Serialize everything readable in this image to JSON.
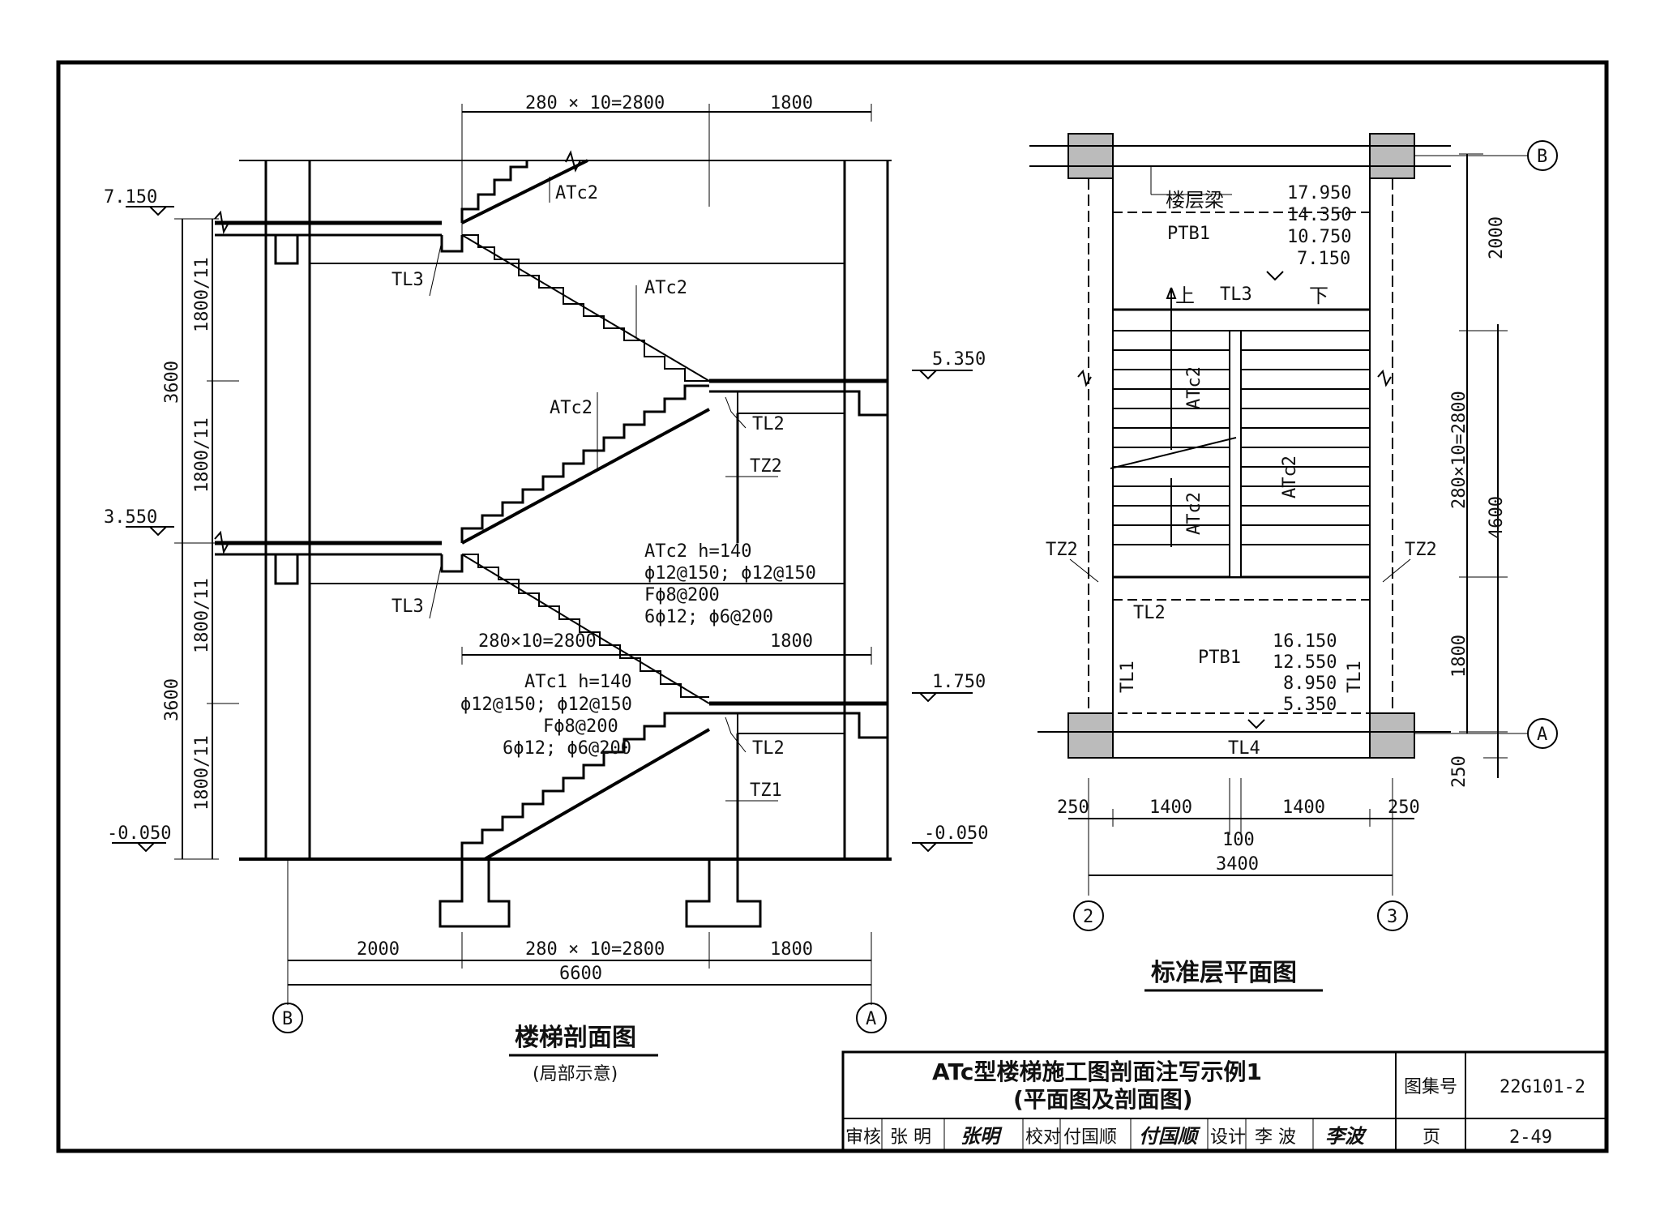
{
  "section": {
    "title": "楼梯剖面图",
    "subtitle": "(局部示意)",
    "dims_top": [
      "280 × 10=2800",
      "1800"
    ],
    "dims_mid": [
      "280×10=2800",
      "1800"
    ],
    "dims_bottom": [
      "2000",
      "280 × 10=2800",
      "1800"
    ],
    "dim_total": "6600",
    "left_dims": [
      "1800/11",
      "3600",
      "1800/11",
      "1800/11",
      "3600",
      "1800/11"
    ],
    "levels": [
      "7.150",
      "5.350",
      "3.550",
      "1.750",
      "-0.050",
      "-0.050"
    ],
    "axis_left": "B",
    "axis_right": "A",
    "labels": {
      "atc2_top": "ATc2",
      "atc2_mid1": "ATc2",
      "atc2_mid2": "ATc2",
      "tl3_upper": "TL3",
      "tl3_lower": "TL3",
      "tl2_upper": "TL2",
      "tl2_lower": "TL2",
      "tz2": "TZ2",
      "tz1": "TZ1"
    },
    "note_atc2": [
      "ATc2 h=140",
      "ϕ12@150; ϕ12@150",
      "Fϕ8@200",
      "6ϕ12; ϕ6@200"
    ],
    "note_atc1": [
      "ATc1 h=140",
      "ϕ12@150; ϕ12@150",
      "Fϕ8@200",
      "6ϕ12; ϕ6@200"
    ]
  },
  "plan": {
    "title": "标准层平面图",
    "floor_beam": "楼层梁",
    "ptb_top": "PTB1",
    "ptb_bottom": "PTB1",
    "elev_top": [
      "17.950",
      "14.350",
      "10.750",
      "7.150"
    ],
    "elev_bottom": [
      "16.150",
      "12.550",
      "8.950",
      "5.350"
    ],
    "up": "上",
    "down": "下",
    "tl3": "TL3",
    "tl2": "TL2",
    "tl1_left": "TL1",
    "tl1_right": "TL1",
    "tl4": "TL4",
    "tz2_left": "TZ2",
    "tz2_right": "TZ2",
    "atc2_a": "ATc2",
    "atc2_b": "ATc2",
    "atc2_c": "ATc2",
    "dims_right": [
      "2000",
      "280×10=2800",
      "4600",
      "1800",
      "250"
    ],
    "dims_bottom": [
      "250",
      "1400",
      "1400",
      "250"
    ],
    "dim_gap": "100",
    "dim_total": "3400",
    "axis_b": "B",
    "axis_a": "A",
    "axis_2": "2",
    "axis_3": "3"
  },
  "title_block": {
    "title_line1": "ATc型楼梯施工图剖面注写示例1",
    "title_line2": "(平面图及剖面图)",
    "atlas_label": "图集号",
    "atlas_no": "22G101-2",
    "review_label": "审核",
    "reviewer": "张 明",
    "reviewer_sig": "张明",
    "check_label": "校对",
    "checker": "付国顺",
    "checker_sig": "付国顺",
    "design_label": "设计",
    "designer": "李 波",
    "designer_sig": "李波",
    "page_label": "页",
    "page_no": "2-49"
  }
}
